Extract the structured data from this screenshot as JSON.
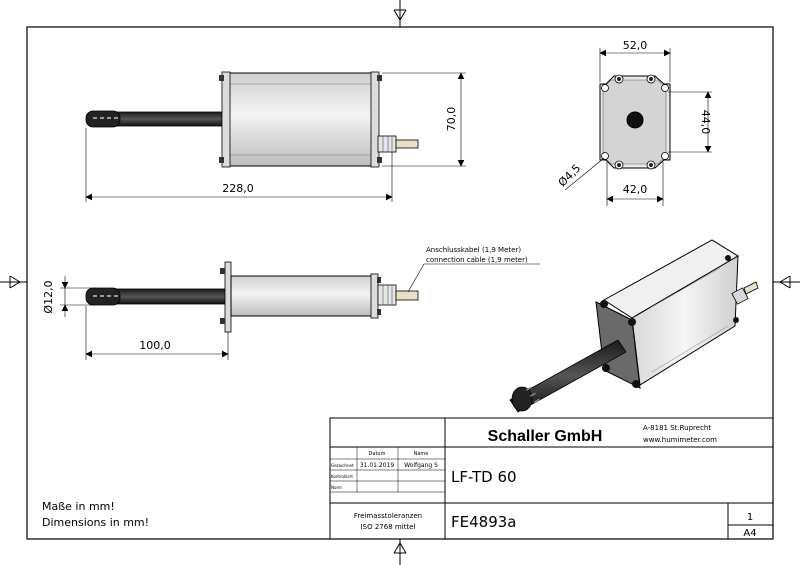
{
  "dimensions": {
    "length_total": "228,0",
    "height": "70,0",
    "top_width": "52,0",
    "hole_spacing_vertical": "44,0",
    "hole_spacing_horizontal": "42,0",
    "hole_diameter": "Ø4,5",
    "probe_diameter": "Ø12,0",
    "probe_length": "100,0"
  },
  "cable_note": {
    "de": "Anschlusskabel (1,9 Meter)",
    "en": "connection cable (1,9 meter)"
  },
  "notes": {
    "line1": "Maße in mm!",
    "line2": "Dimensions in mm!"
  },
  "title_block": {
    "company": "Schaller GmbH",
    "address": "A-8181 St.Ruprecht",
    "website": "www.humimeter.com",
    "col_datum": "Datum",
    "col_name": "Name",
    "row_gezeichnet": "Gezeichnet",
    "row_kontrolliert": "Kontrolliert",
    "row_norm": "Norm",
    "date": "31.01.2019",
    "drawn_by": "Wolfgang S",
    "tolerance_line1": "Freimasstoleranzen",
    "tolerance_line2": "ISO 2768 mittel",
    "product": "LF-TD 60",
    "drawing_number": "FE4893a",
    "sheet": "1",
    "format": "A4"
  }
}
